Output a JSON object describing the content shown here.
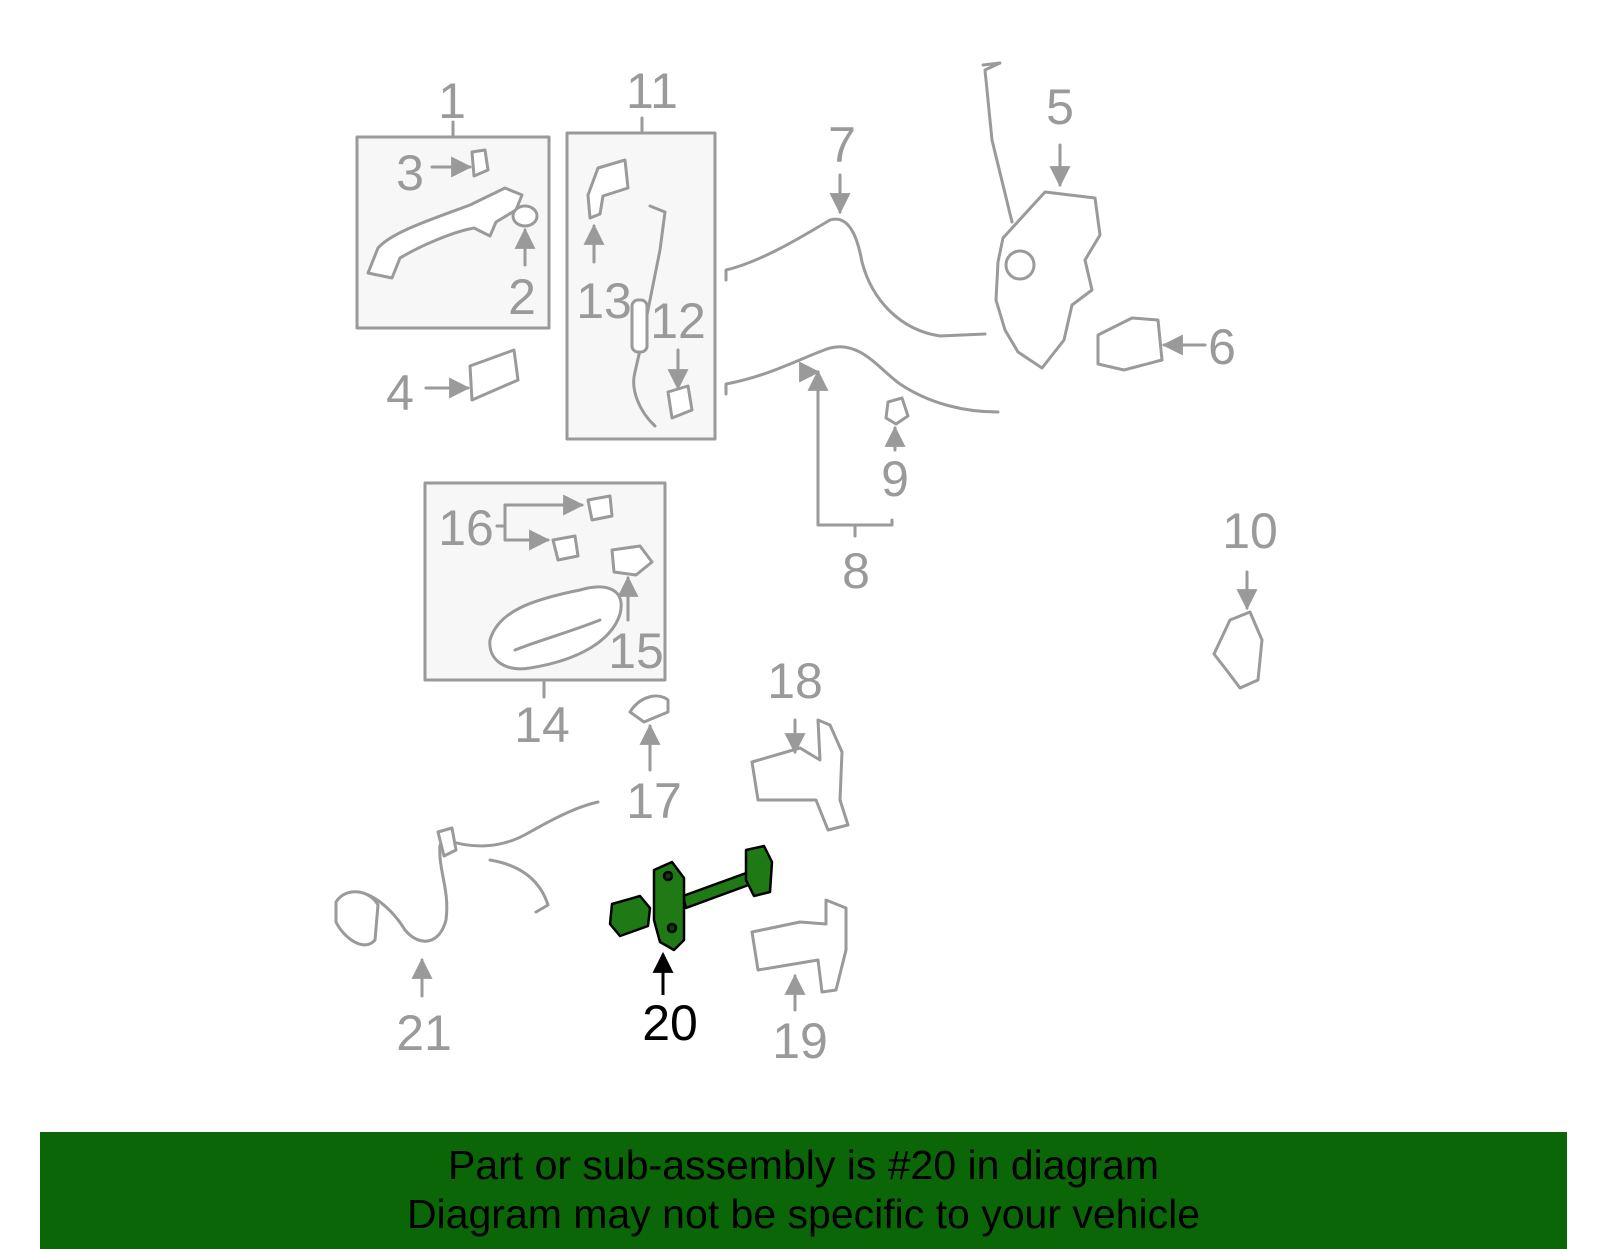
{
  "colors": {
    "part_gray": "#9a9a9a",
    "highlight_fill": "#1f7a16",
    "highlight_stroke": "#000000",
    "banner_bg": "#0b6608",
    "box_fill": "#f7f7f7"
  },
  "highlighted_part": "20",
  "callouts": [
    {
      "id": "1",
      "label": "1"
    },
    {
      "id": "2",
      "label": "2"
    },
    {
      "id": "3",
      "label": "3"
    },
    {
      "id": "4",
      "label": "4"
    },
    {
      "id": "5",
      "label": "5"
    },
    {
      "id": "6",
      "label": "6"
    },
    {
      "id": "7",
      "label": "7"
    },
    {
      "id": "8",
      "label": "8"
    },
    {
      "id": "9",
      "label": "9"
    },
    {
      "id": "10",
      "label": "10"
    },
    {
      "id": "11",
      "label": "11"
    },
    {
      "id": "12",
      "label": "12"
    },
    {
      "id": "13",
      "label": "13"
    },
    {
      "id": "14",
      "label": "14"
    },
    {
      "id": "15",
      "label": "15"
    },
    {
      "id": "16",
      "label": "16"
    },
    {
      "id": "17",
      "label": "17"
    },
    {
      "id": "18",
      "label": "18"
    },
    {
      "id": "19",
      "label": "19"
    },
    {
      "id": "20",
      "label": "20"
    },
    {
      "id": "21",
      "label": "21"
    }
  ],
  "banner": {
    "line1": "Part or sub-assembly is #20 in diagram",
    "line2": "Diagram may not be specific to your vehicle"
  }
}
